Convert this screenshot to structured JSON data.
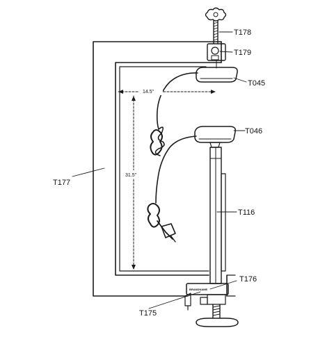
{
  "labels": {
    "t178": "T178",
    "t179": "T179",
    "t045": "T045",
    "t046": "T046",
    "t177": "T177",
    "t116": "T116",
    "t176": "T176",
    "t175": "T175"
  },
  "dimensions": {
    "width": "14.5\"",
    "height": "31.5\""
  },
  "brand_text": "BRANDNAME"
}
